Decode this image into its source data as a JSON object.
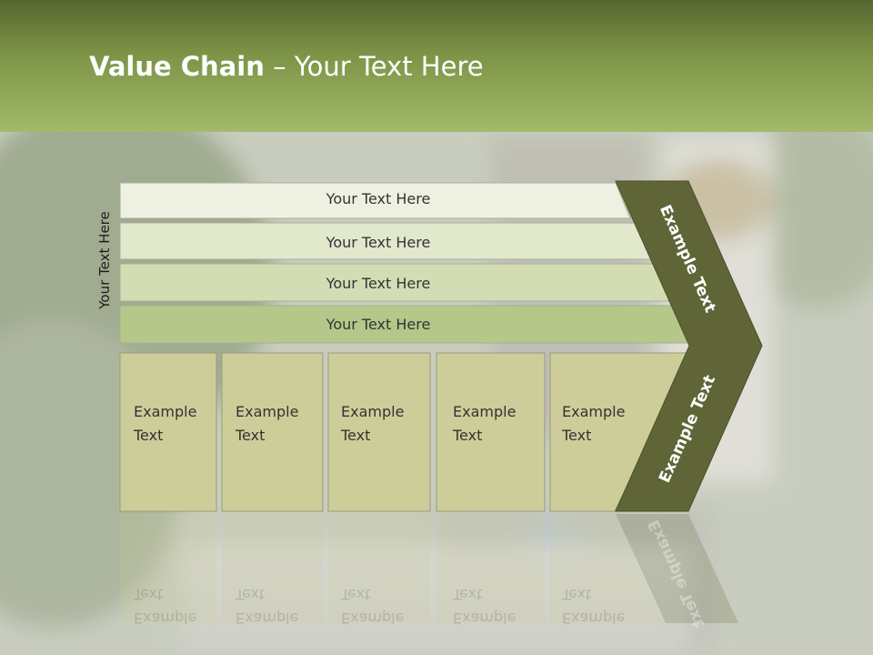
{
  "title": {
    "bold": "Value Chain",
    "rest": " – Your Text Here"
  },
  "side_label": "Your Text Here",
  "rows": [
    {
      "label": "Your Text Here"
    },
    {
      "label": "Your Text Here"
    },
    {
      "label": "Your Text Here"
    },
    {
      "label": "Your Text Here"
    }
  ],
  "columns": [
    {
      "line1": "Example",
      "line2": "Text"
    },
    {
      "line1": "Example",
      "line2": "Text"
    },
    {
      "line1": "Example",
      "line2": "Text"
    },
    {
      "line1": "Example",
      "line2": "Text"
    },
    {
      "line1": "Example",
      "line2": "Text"
    }
  ],
  "arrow_top_label": "Example Text",
  "arrow_bottom_label": "Example Text",
  "colors": {
    "header": "#7c9346",
    "arrow": "#5f6536",
    "row_fills": [
      "#eef1e2",
      "#e1e8cc",
      "#d3ddb3",
      "#b5c789"
    ],
    "column_fill": "#cdcd9a"
  }
}
